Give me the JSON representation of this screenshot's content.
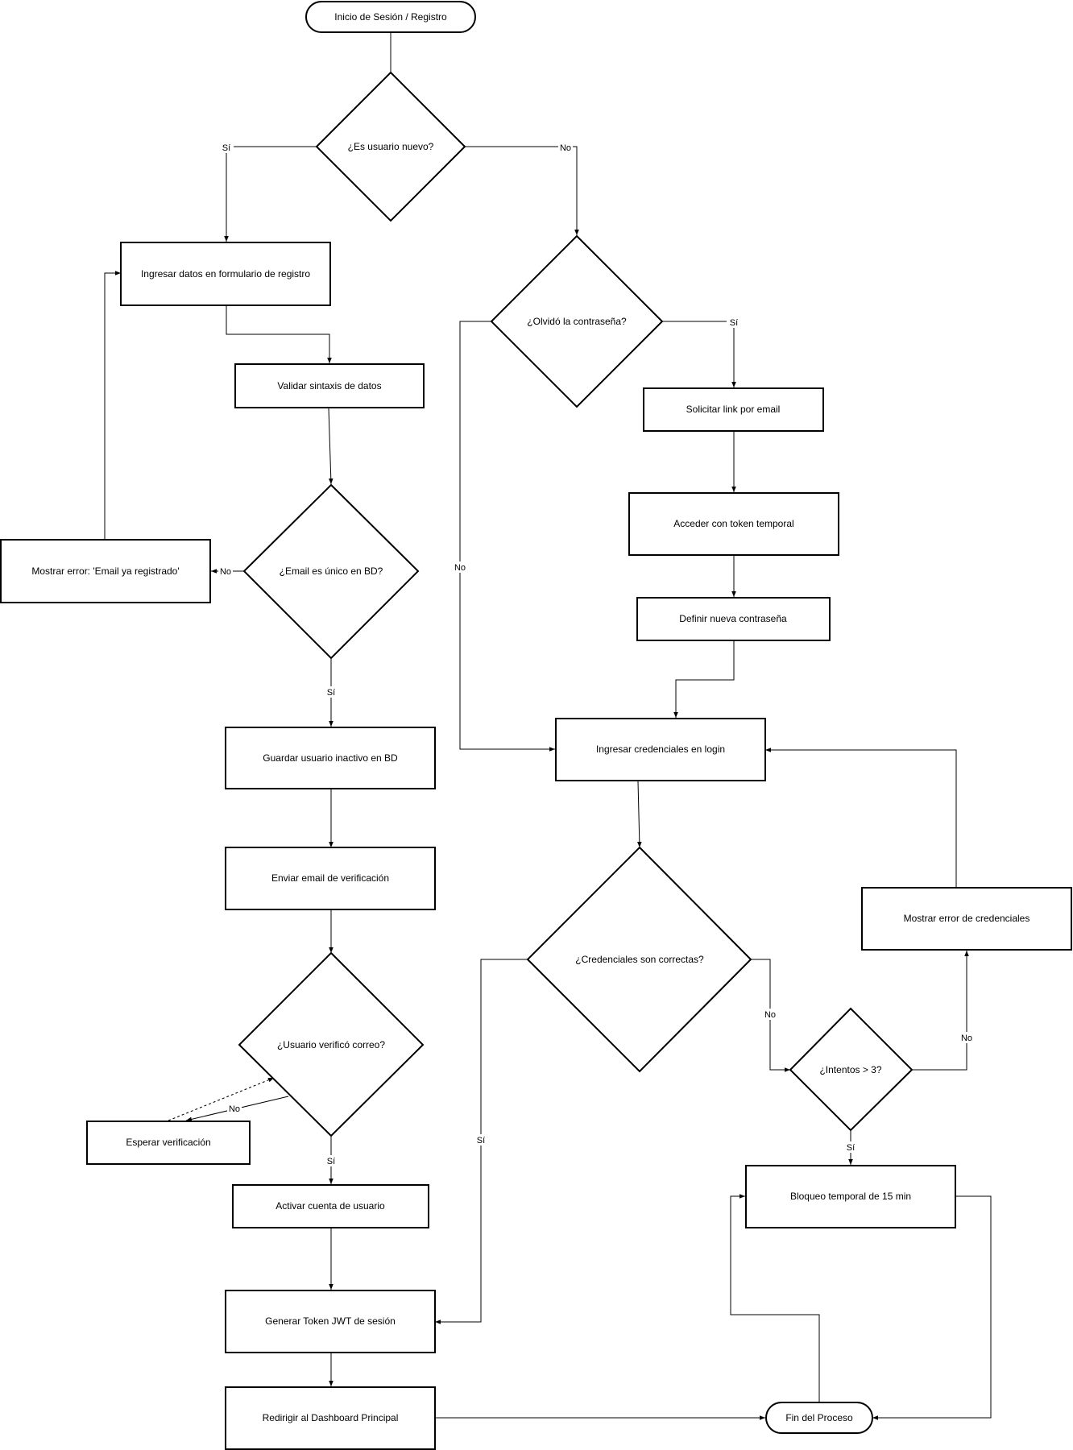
{
  "nodes": {
    "inicio": "Inicio de Sesión / Registro",
    "es_nuevo": "¿Es usuario nuevo?",
    "formulario": "Ingresar datos en formulario de registro",
    "validar": "Validar sintaxis de datos",
    "email_unico": "¿Email es único en BD?",
    "error_email": "Mostrar error: 'Email ya registrado'",
    "guardar": "Guardar usuario inactivo en BD",
    "enviar_email": "Enviar email de verificación",
    "verifico": "¿Usuario verificó correo?",
    "esperar": "Esperar verificación",
    "activar": "Activar cuenta de usuario",
    "token_jwt": "Generar Token JWT de sesión",
    "redirigir": "Redirigir al Dashboard Principal",
    "olvido": "¿Olvidó la contraseña?",
    "solicitar_link": "Solicitar link por email",
    "token_temporal": "Acceder con token temporal",
    "nueva_pass": "Definir nueva contraseña",
    "login": "Ingresar credenciales en login",
    "credenciales_ok": "¿Credenciales son correctas?",
    "error_credenciales": "Mostrar error de credenciales",
    "intentos": "¿Intentos > 3?",
    "bloqueo": "Bloqueo temporal de 15 min",
    "fin": "Fin del Proceso"
  },
  "edge_labels": {
    "si": "Sí",
    "no": "No"
  }
}
